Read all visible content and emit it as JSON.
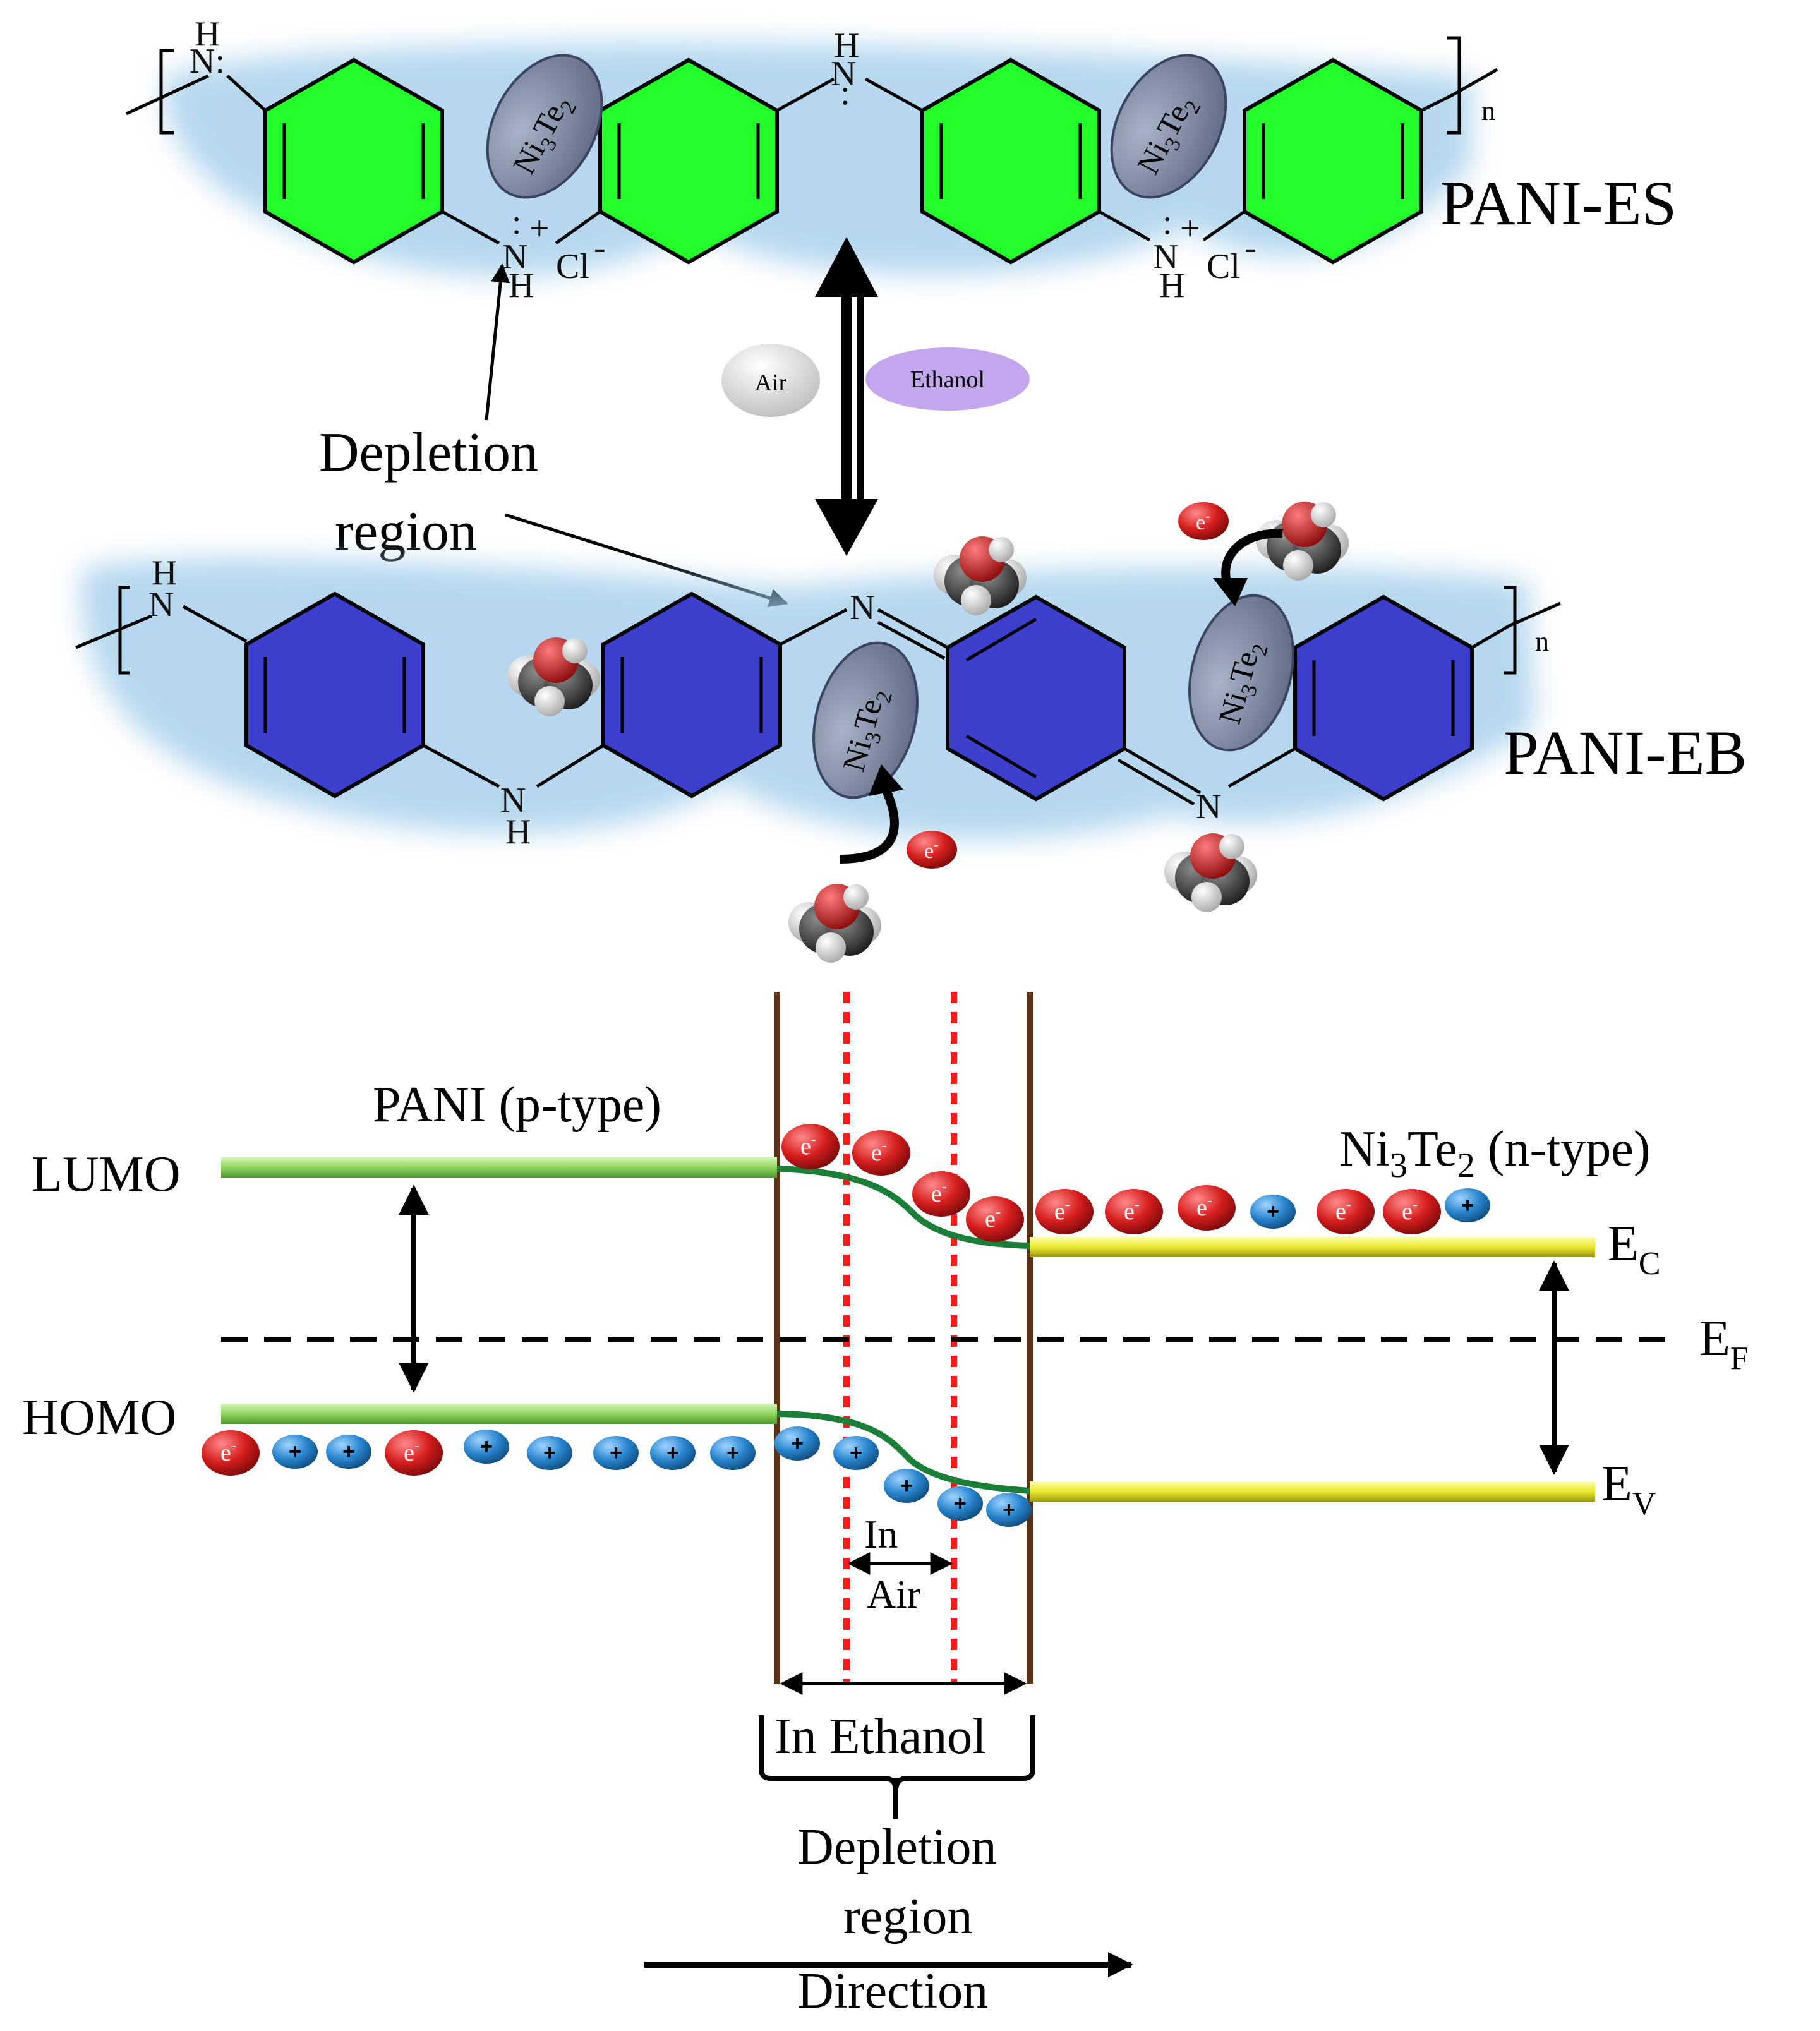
{
  "colors": {
    "pani_es_ring": "#22ff2a",
    "pani_eb_ring": "#3c3fcc",
    "glow": "#9ecae8",
    "ni3te2_particle": "#7f8aa3",
    "air_bubble": "#d9d9d9",
    "ethanol_bubble": "#c4a6ee",
    "electron": "#cc1f1f",
    "hole": "#2a86cf",
    "pani_band": "#9fdc72",
    "ni3te2_band": "#e8e82c",
    "band_bend": "#1b7f3a",
    "junction_wall": "#5b3218",
    "air_boundary": "#ff1a1a"
  },
  "structures": {
    "es_label": "PANI-ES",
    "eb_label": "PANI-EB",
    "repeat_n": "n",
    "atoms": {
      "n": "N",
      "h": "H",
      "n_dots": "N:",
      "plus": "+",
      "counter_ion": "Cl",
      "counter_ion_charge": "-",
      "lone_pair": ":"
    },
    "particle": {
      "main": "Ni",
      "sub1": "3",
      "mid": "Te",
      "sub2": "2"
    },
    "depletion_label_line1": "Depletion",
    "depletion_label_line2": "region",
    "gas_air": "Air",
    "gas_ethanol": "Ethanol",
    "electron_symbol": "e",
    "electron_charge": "-"
  },
  "band_diagram": {
    "lumo": "LUMO",
    "homo": "HOMO",
    "pani_label": "PANI (p-type)",
    "ni3te2_label": {
      "main": "Ni",
      "sub1": "3",
      "mid": "Te",
      "sub2": "2",
      "suffix": " (n-type)"
    },
    "ec": {
      "main": "E",
      "sub": "C"
    },
    "ef": {
      "main": "E",
      "sub": "F"
    },
    "ev": {
      "main": "E",
      "sub": "V"
    },
    "in_air_line1": "In",
    "in_air_line2": "Air",
    "in_ethanol": "In Ethanol",
    "depletion_line1": "Depletion",
    "depletion_line2": "region",
    "direction": "Direction",
    "hole_symbol": "+"
  }
}
